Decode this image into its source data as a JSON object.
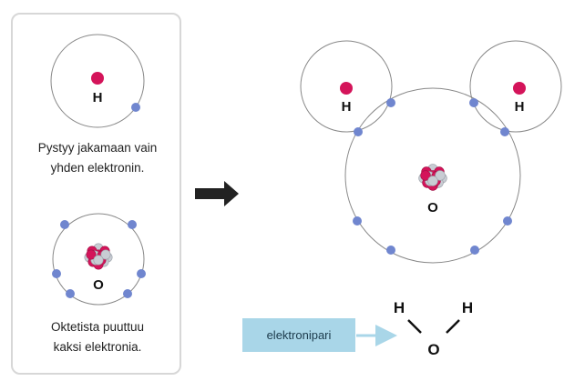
{
  "left_panel": {
    "hydrogen": {
      "symbol": "H",
      "caption_line1": "Pystyy jakamaan vain",
      "caption_line2": "yhden elektronin."
    },
    "oxygen": {
      "symbol": "O",
      "caption_line1": "Oktetista puuttuu",
      "caption_line2": "kaksi elektronia."
    }
  },
  "molecule": {
    "left_h_symbol": "H",
    "right_h_symbol": "H",
    "center_o_symbol": "O"
  },
  "structural_formula": {
    "h_left": "H",
    "h_right": "H",
    "o": "O"
  },
  "label": {
    "text": "elektronipari"
  },
  "colors": {
    "proton": "#d4145a",
    "neutron": "#c8ccd3",
    "electron": "#7086cf",
    "orbit": "#888888",
    "arrow": "#222222",
    "label_bg": "#a9d6e8",
    "label_arrow": "#a9d6e8"
  }
}
